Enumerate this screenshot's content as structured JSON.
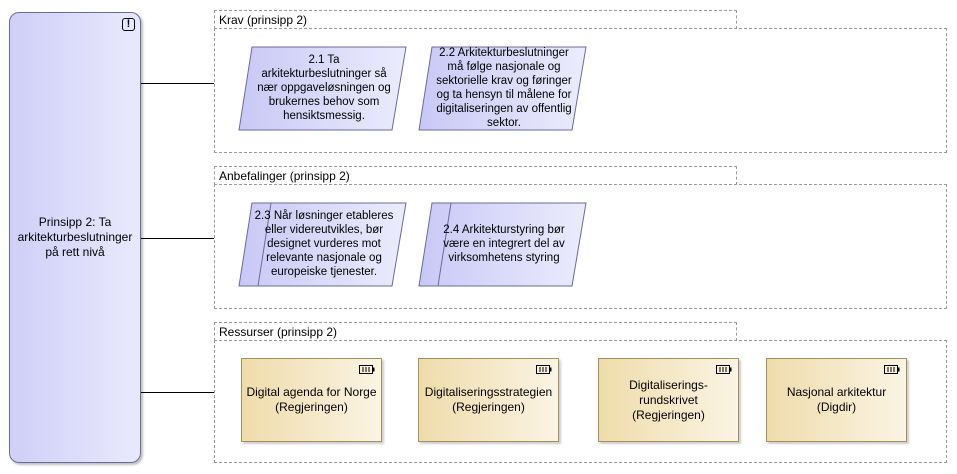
{
  "principle": {
    "label": "Prinsipp 2: Ta arkitekturbeslutninger på rett nivå",
    "icon": "constraint-icon",
    "icon_glyph": "!",
    "fill": "#d8d8fa"
  },
  "groups": {
    "krav": {
      "title": "Krav (prinsipp 2)",
      "items": [
        {
          "label": "2.1 Ta arkitekturbeslutninger så nær oppgaveløsningen og brukernes behov som hensiktsmessig."
        },
        {
          "label": "2.2 Arkitekturbeslutninger må følge nasjonale og sektorielle krav og føringer og ta hensyn til målene for digitaliseringen av offentlig sektor."
        }
      ]
    },
    "anbefalinger": {
      "title": "Anbefalinger (prinsipp 2)",
      "items": [
        {
          "label": "2.3  Når løsninger etableres eller videreutvikles, bør designet vurderes mot relevante nasjonale og europeiske tjenester."
        },
        {
          "label": "2.4  Arkitekturstyring bør være en integrert del av virksomhetens styring"
        }
      ]
    },
    "ressurser": {
      "title": "Ressurser (prinsipp 2)",
      "items": [
        {
          "label": "Digital agenda for Norge (Regjeringen)",
          "icon": "resource-icon"
        },
        {
          "label": "Digitaliseringsstrategien (Regjeringen)",
          "icon": "resource-icon"
        },
        {
          "label": "Digitaliserings-rundskrivet (Regjeringen)",
          "icon": "resource-icon"
        },
        {
          "label": "Nasjonal arkitektur (Digdir)",
          "icon": "resource-icon"
        }
      ]
    }
  },
  "colors": {
    "requirement_fill": "#d9d9fb",
    "requirement_stroke": "#6b6b9a",
    "resource_fill": "#f5e6c0",
    "resource_stroke": "#a6905a",
    "group_border": "#9a9a9a"
  }
}
